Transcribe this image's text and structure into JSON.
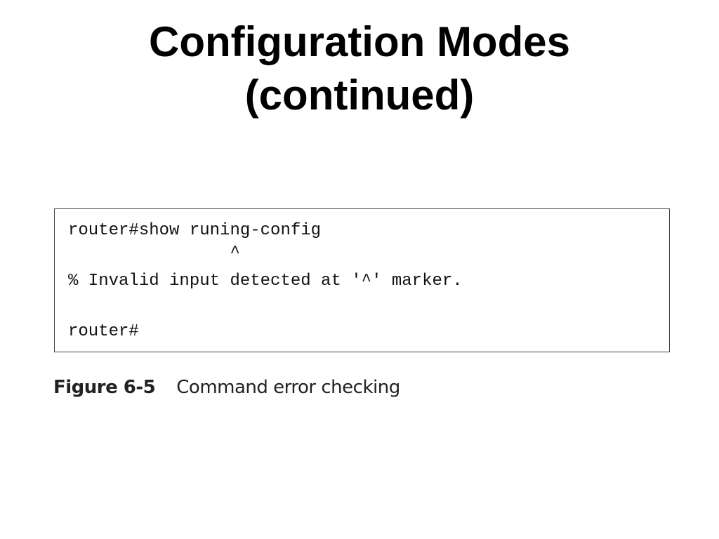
{
  "slide": {
    "title_line1": "Configuration Modes",
    "title_line2": "(continued)"
  },
  "terminal": {
    "lines": [
      "router#show runing-config",
      "                ^",
      "% Invalid input detected at '^' marker.",
      "router#"
    ]
  },
  "figure": {
    "label": "Figure 6-5",
    "caption": "Command error checking"
  }
}
